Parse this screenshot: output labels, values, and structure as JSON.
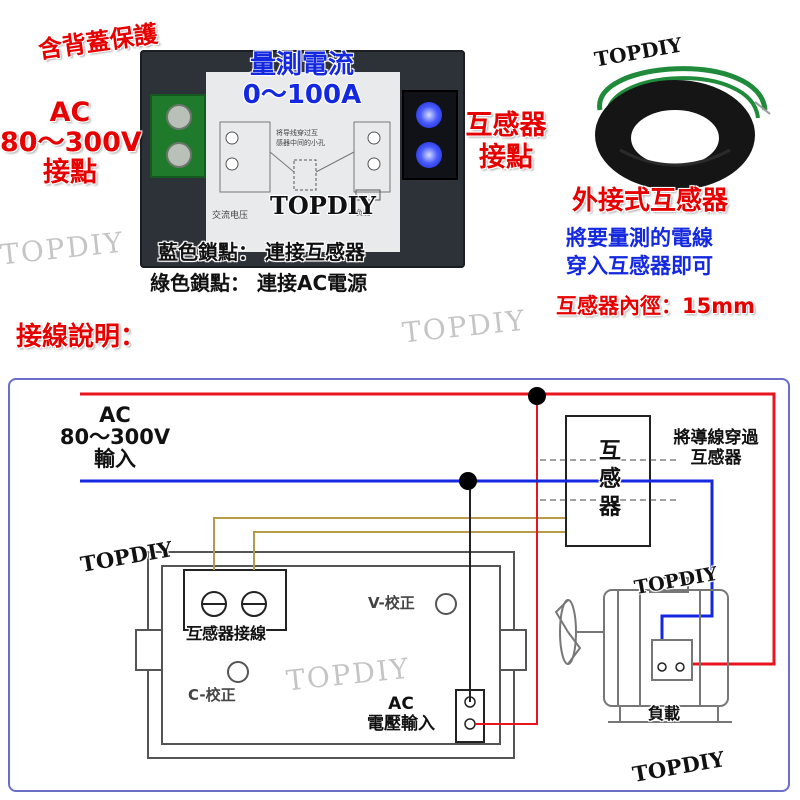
{
  "top": {
    "cover_note": "含背蓋保護",
    "meter_title": "量測電流",
    "meter_range": "0～100A",
    "ac_label_line1": "AC",
    "ac_label_line2": "80～300V",
    "ac_label_line3": "接點",
    "ct_terminal_line1": "互感器",
    "ct_terminal_line2": "接點",
    "panel_text_1": "将导线穿过互",
    "panel_text_2": "感器中间的小孔",
    "panel_text_3": "交流电压",
    "panel_text_4": "负载",
    "brand": "TOPDIY",
    "blue_lock": "藍色鎖點： 連接互感器",
    "green_lock": "綠色鎖點： 連接AC電源"
  },
  "sensor": {
    "brand": "TOPDIY",
    "title": "外接式互感器",
    "desc_line1": "將要量測的電線",
    "desc_line2": "穿入互感器即可",
    "inner_diameter": "互感器內徑：15mm"
  },
  "wiring": {
    "heading": "接線說明：",
    "ac_in_line1": "AC",
    "ac_in_line2": "80～300V",
    "ac_in_line3": "輸入",
    "ct_block": "互感器",
    "pass_note_line1": "將導線穿過",
    "pass_note_line2": "互感器",
    "ct_terminal_label": "互感器接線",
    "v_cal": "V-校正",
    "c_cal": "C-校正",
    "ac_voltage_line1": "AC",
    "ac_voltage_line2": "電壓輸入",
    "load_label": "負載"
  },
  "watermarks": [
    "TOPDIY",
    "TOPDIY",
    "TOPDIY",
    "TOPDIY",
    "TOPDIY",
    "TOPDIY"
  ],
  "colors": {
    "live_wire": "#e8141e",
    "neutral_wire": "#1428e0",
    "ct_signal_wire": "#b89a4a",
    "accent_red": "#e60000",
    "accent_blue": "#1428e0"
  }
}
